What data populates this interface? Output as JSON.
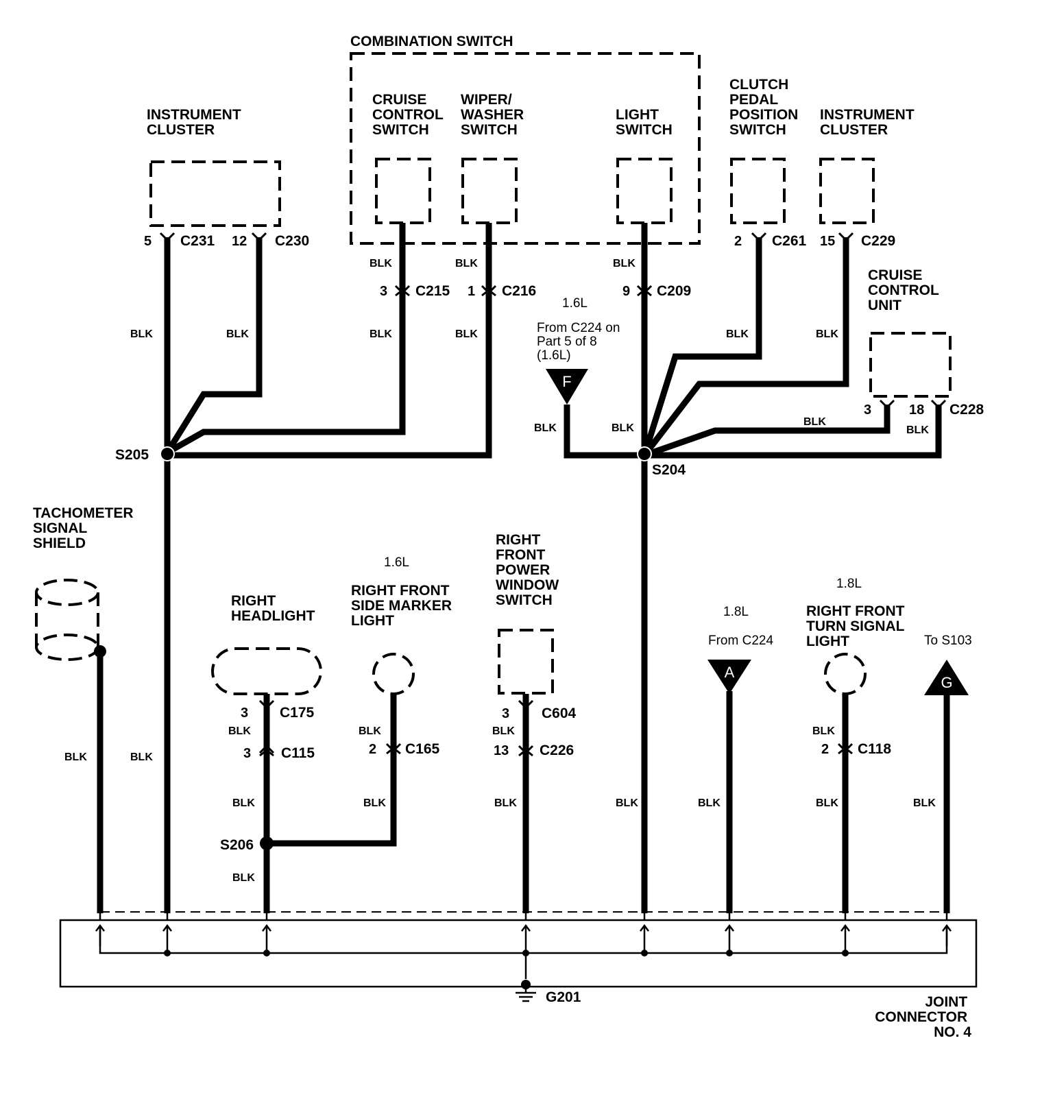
{
  "components": {
    "combination_switch": "COMBINATION SWITCH",
    "cruise_control_switch": [
      "CRUISE",
      "CONTROL",
      "SWITCH"
    ],
    "wiper_washer_switch": [
      "WIPER/",
      "WASHER",
      "SWITCH"
    ],
    "light_switch": [
      "LIGHT",
      "SWITCH"
    ],
    "instrument_cluster_left": [
      "INSTRUMENT",
      "CLUSTER"
    ],
    "clutch_pedal_position_switch": [
      "CLUTCH",
      "PEDAL",
      "POSITION",
      "SWITCH"
    ],
    "instrument_cluster_right": [
      "INSTRUMENT",
      "CLUSTER"
    ],
    "cruise_control_unit": [
      "CRUISE",
      "CONTROL",
      "UNIT"
    ],
    "tachometer_signal_shield": [
      "TACHOMETER",
      "SIGNAL",
      "SHIELD"
    ],
    "right_headlight": [
      "RIGHT",
      "HEADLIGHT"
    ],
    "right_front_side_marker_light": [
      "RIGHT FRONT",
      "SIDE MARKER",
      "LIGHT"
    ],
    "right_front_power_window_switch": [
      "RIGHT",
      "FRONT",
      "POWER",
      "WINDOW",
      "SWITCH"
    ],
    "right_front_turn_signal_light": [
      "RIGHT FRONT",
      "TURN SIGNAL",
      "LIGHT"
    ],
    "joint_connector": [
      "JOINT",
      "CONNECTOR",
      "NO. 4"
    ]
  },
  "connectors": {
    "c231": {
      "pin": "5",
      "id": "C231"
    },
    "c230": {
      "pin": "12",
      "id": "C230"
    },
    "c215": {
      "pin": "3",
      "id": "C215"
    },
    "c216": {
      "pin": "1",
      "id": "C216"
    },
    "c209": {
      "pin": "9",
      "id": "C209"
    },
    "c261": {
      "pin": "2",
      "id": "C261"
    },
    "c229": {
      "pin": "15",
      "id": "C229"
    },
    "c228": {
      "pin_a": "3",
      "pin_b": "18",
      "id": "C228"
    },
    "c175": {
      "pin": "3",
      "id": "C175"
    },
    "c115": {
      "pin": "3",
      "id": "C115"
    },
    "c165": {
      "pin": "2",
      "id": "C165"
    },
    "c604": {
      "pin": "3",
      "id": "C604"
    },
    "c226": {
      "pin": "13",
      "id": "C226"
    },
    "c118": {
      "pin": "2",
      "id": "C118"
    }
  },
  "splices": {
    "s205": "S205",
    "s204": "S204",
    "s206": "S206"
  },
  "ground": "G201",
  "wire_color": "BLK",
  "notes": {
    "engine_16_top": "1.6L",
    "from_c224_f": [
      "From C224 on",
      "Part 5 of 8",
      "(1.6L)"
    ],
    "engine_16_marker": "1.6L",
    "engine_18_a": "1.8L",
    "from_c224_a": "From C224",
    "engine_18_turn": "1.8L",
    "to_s103": "To S103"
  },
  "flags": {
    "f": "F",
    "a": "A",
    "g": "G"
  }
}
